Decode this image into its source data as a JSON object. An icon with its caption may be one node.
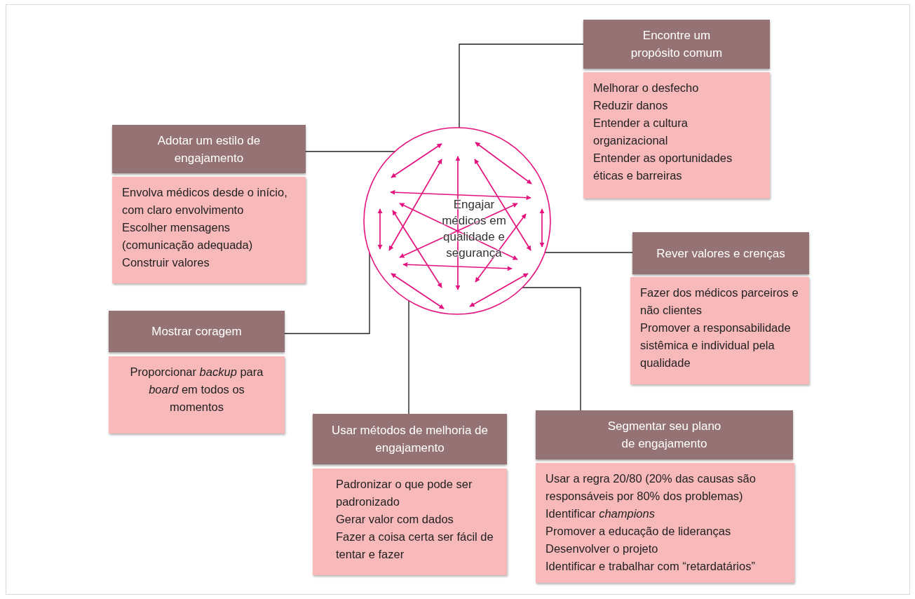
{
  "diagram": {
    "nodes": [
      {
        "text": [
          "Encontre um propósito comum"
        ]
      },
      {
        "text": [
          "Melhorar o desfecho",
          "Reduzir danos",
          "Entender a cultura organizacional",
          "Entender as oportunidades éticas e barreiras"
        ]
      },
      {
        "text": [
          "Adotar um estilo de engajamento"
        ]
      },
      {
        "text": [
          "Envolva médicos desde o início, com claro envolvimento",
          "Escolher mensagens (comunicação adequada)",
          "Construir valores"
        ]
      },
      {
        "text": [
          "Engajar médicos em qualidade e segurança"
        ]
      },
      {
        "text": [
          "Rever valores e crenças"
        ]
      },
      {
        "text": [
          "Fazer dos médicos parceiros e não clientes",
          "Promover a responsabilidade sistêmica e individual pela qualidade"
        ]
      },
      {
        "text": [
          "Mostrar coragem"
        ]
      },
      {
        "text": [
          "Proporcionar *backup* para *board* em todos os momentos"
        ]
      },
      {
        "text": [
          "Usar métodos de melhoria de engajamento"
        ]
      },
      {
        "text": [
          "Padronizar o que pode ser padronizado",
          "Gerar valor com dados",
          "Fazer a coisa certa ser fácil de tentar e fazer"
        ]
      },
      {
        "text": [
          "Segmentar seu plano de engajamento"
        ]
      },
      {
        "text": [
          "Usar a regra 20/80 (20% das causas são responsáveis por 80% dos problemas)",
          "Identificar *champions*",
          "Promover a educação de lideranças",
          "Desenvolver o projeto",
          "Identificar e trabalhar com “retardatários”"
        ]
      }
    ],
    "edges": [
      {
        "from": 0,
        "to": 4,
        "arrow": "none"
      },
      {
        "from": 2,
        "to": 4,
        "arrow": "none"
      },
      {
        "from": 5,
        "to": 4,
        "arrow": "none"
      },
      {
        "from": 7,
        "to": 4,
        "arrow": "none"
      },
      {
        "from": 9,
        "to": 4,
        "arrow": "none"
      },
      {
        "from": 11,
        "to": 4,
        "arrow": "none"
      }
    ]
  }
}
